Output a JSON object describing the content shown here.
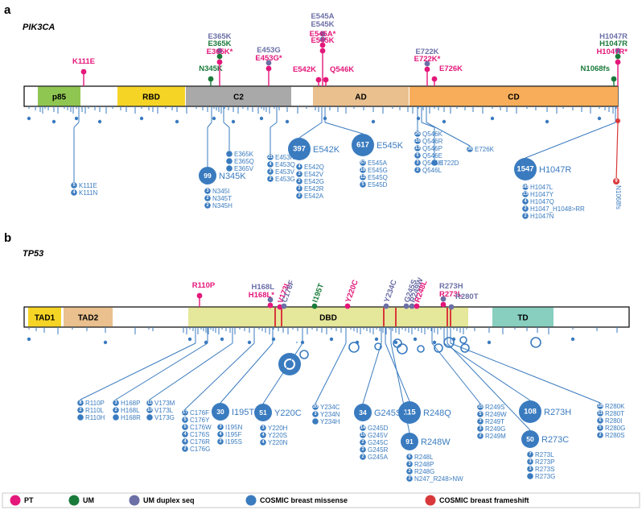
{
  "colors": {
    "pt": "#e4177a",
    "um": "#1a7a3a",
    "umduplex": "#6b6fa6",
    "cosmic": "#3a7bbf",
    "frameshift": "#d9383a"
  },
  "panel_a": {
    "letter": "a",
    "gene": "PIK3CA",
    "domains": [
      {
        "label": "p85",
        "color": "#8fc652"
      },
      {
        "label": "RBD",
        "color": "#f6d426"
      },
      {
        "label": "C2",
        "color": "#a9a9a9"
      },
      {
        "label": "AD",
        "color": "#e9c08e"
      },
      {
        "label": "CD",
        "color": "#f7ad5a"
      }
    ],
    "mutations": [
      {
        "labels": [
          {
            "t": "K111E",
            "c": "pt"
          }
        ]
      },
      {
        "labels": [
          {
            "t": "N345K",
            "c": "um"
          }
        ]
      },
      {
        "labels": [
          {
            "t": "E365K",
            "c": "umduplex"
          },
          {
            "t": "E365K",
            "c": "um"
          },
          {
            "t": "E365K*",
            "c": "pt"
          }
        ]
      },
      {
        "labels": [
          {
            "t": "E453G",
            "c": "umduplex"
          },
          {
            "t": "E453G*",
            "c": "pt"
          }
        ]
      },
      {
        "labels": [
          {
            "t": "E545A",
            "c": "umduplex"
          },
          {
            "t": "E545K",
            "c": "umduplex"
          },
          {
            "t": "E545A*",
            "c": "pt"
          },
          {
            "t": "E545K",
            "c": "pt"
          }
        ]
      },
      {
        "labels": [
          {
            "t": "E542K",
            "c": "pt"
          }
        ]
      },
      {
        "labels": [
          {
            "t": "Q546K",
            "c": "pt"
          }
        ]
      },
      {
        "labels": [
          {
            "t": "E722K",
            "c": "umduplex"
          },
          {
            "t": "E722K*",
            "c": "pt"
          }
        ]
      },
      {
        "labels": [
          {
            "t": "E726K",
            "c": "pt"
          }
        ]
      },
      {
        "labels": [
          {
            "t": "N1068fs",
            "c": "um"
          }
        ]
      },
      {
        "labels": [
          {
            "t": "H1047R",
            "c": "umduplex"
          },
          {
            "t": "H1047R",
            "c": "um"
          },
          {
            "t": "H1047R*",
            "c": "pt"
          }
        ]
      }
    ],
    "cosmic": [
      {
        "entries": [
          {
            "n": "5",
            "t": "K111E"
          },
          {
            "n": "4",
            "t": "K111N"
          }
        ]
      },
      {
        "entries": [
          {
            "n": "99",
            "t": "N345K",
            "big": true
          },
          {
            "n": "3",
            "t": "N345I"
          },
          {
            "n": "2",
            "t": "N345T"
          },
          {
            "n": "2",
            "t": "N345H"
          }
        ]
      },
      {
        "entries": [
          {
            "n": "",
            "t": "E365K"
          },
          {
            "n": "",
            "t": "E365Q"
          },
          {
            "n": "",
            "t": "E365V"
          }
        ]
      },
      {
        "entries": [
          {
            "n": "21",
            "t": "E453K"
          },
          {
            "n": "4",
            "t": "E453Q"
          },
          {
            "n": "2",
            "t": "E453V"
          },
          {
            "n": "2",
            "t": "E453G"
          }
        ]
      },
      {
        "entries": [
          {
            "n": "397",
            "t": "E542K",
            "big": true
          },
          {
            "n": "4",
            "t": "E542Q"
          },
          {
            "n": "2",
            "t": "E542V"
          },
          {
            "n": "2",
            "t": "E542G"
          },
          {
            "n": "2",
            "t": "E542R"
          },
          {
            "n": "2",
            "t": "E542A"
          }
        ]
      },
      {
        "entries": [
          {
            "n": "617",
            "t": "E545K",
            "big": true
          },
          {
            "n": "67",
            "t": "E545A"
          },
          {
            "n": "18",
            "t": "E545G"
          },
          {
            "n": "12",
            "t": "E545Q"
          },
          {
            "n": "5",
            "t": "E545D"
          }
        ]
      },
      {
        "entries": [
          {
            "n": "26",
            "t": "Q546K"
          },
          {
            "n": "16",
            "t": "Q546R"
          },
          {
            "n": "13",
            "t": "Q546P"
          },
          {
            "n": "5",
            "t": "Q546E"
          },
          {
            "n": "3",
            "t": "Q546H"
          },
          {
            "n": "2",
            "t": "Q546L"
          }
        ]
      },
      {
        "entries": [
          {
            "n": "",
            "t": "E722D"
          }
        ]
      },
      {
        "entries": [
          {
            "n": "36",
            "t": "E726K"
          }
        ]
      },
      {
        "entries": [
          {
            "n": "1547",
            "t": "H1047R",
            "big": true
          },
          {
            "n": "185",
            "t": "H1047L"
          },
          {
            "n": "13",
            "t": "H1047Y"
          },
          {
            "n": "4",
            "t": "H1047Q"
          },
          {
            "n": "2",
            "t": "H1047_H1048>RR"
          },
          {
            "n": "2",
            "t": "H1047N"
          }
        ]
      },
      {
        "entries": [
          {
            "n": "9",
            "t": "N1068fs"
          }
        ]
      }
    ]
  },
  "panel_b": {
    "letter": "b",
    "gene": "TP53",
    "domains": [
      {
        "label": "TAD1",
        "color": "#f6d426"
      },
      {
        "label": "TAD2",
        "color": "#e9c08e"
      },
      {
        "label": "DBD",
        "color": "#e5e79a"
      },
      {
        "label": "TD",
        "color": "#88cfc0"
      }
    ],
    "mutations": [
      {
        "labels": [
          {
            "t": "R110P",
            "c": "pt"
          }
        ]
      },
      {
        "labels": [
          {
            "t": "H168L",
            "c": "umduplex"
          },
          {
            "t": "H168L*",
            "c": "pt"
          }
        ]
      },
      {
        "labels": [
          {
            "t": "V173L",
            "c": "pt"
          }
        ]
      },
      {
        "labels": [
          {
            "t": "C176F",
            "c": "umduplex"
          }
        ]
      },
      {
        "labels": [
          {
            "t": "I195T",
            "c": "um"
          }
        ]
      },
      {
        "labels": [
          {
            "t": "Y220C",
            "c": "pt"
          }
        ]
      },
      {
        "labels": [
          {
            "t": "Y234C",
            "c": "umduplex"
          }
        ]
      },
      {
        "labels": [
          {
            "t": "G245S",
            "c": "umduplex"
          }
        ]
      },
      {
        "labels": [
          {
            "t": "R249W",
            "c": "umduplex"
          }
        ]
      },
      {
        "labels": [
          {
            "t": "R248L",
            "c": "pt"
          }
        ]
      },
      {
        "labels": [
          {
            "t": "R273H",
            "c": "umduplex"
          },
          {
            "t": "R273L",
            "c": "pt"
          }
        ]
      },
      {
        "labels": [
          {
            "t": "R280T",
            "c": "umduplex"
          }
        ]
      }
    ],
    "cosmic": [
      {
        "entries": [
          {
            "n": "8",
            "t": "R110P"
          },
          {
            "n": "2",
            "t": "R110L"
          },
          {
            "n": "",
            "t": "R110H"
          }
        ]
      },
      {
        "entries": [
          {
            "n": "3",
            "t": "H168P"
          },
          {
            "n": "2",
            "t": "H168L"
          },
          {
            "n": "",
            "t": "H168R"
          }
        ]
      },
      {
        "entries": [
          {
            "n": "11",
            "t": "V173M"
          },
          {
            "n": "10",
            "t": "V173L"
          },
          {
            "n": "",
            "t": "V173G"
          }
        ]
      },
      {
        "entries": [
          {
            "n": "17",
            "t": "C176F"
          },
          {
            "n": "5",
            "t": "C176Y"
          },
          {
            "n": "5",
            "t": "C176W"
          },
          {
            "n": "4",
            "t": "C176S"
          },
          {
            "n": "4",
            "t": "C176R"
          },
          {
            "n": "2",
            "t": "C176G"
          }
        ]
      },
      {
        "entries": [
          {
            "n": "30",
            "t": "I195T",
            "big": true
          },
          {
            "n": "3",
            "t": "I195N"
          },
          {
            "n": "4",
            "t": "I195F"
          },
          {
            "n": "2",
            "t": "I195S"
          }
        ]
      },
      {
        "entries": [
          {
            "n": "51",
            "t": "Y220C",
            "big": true
          },
          {
            "n": "3",
            "t": "Y220H"
          },
          {
            "n": "4",
            "t": "Y220S"
          },
          {
            "n": "4",
            "t": "Y220N"
          }
        ]
      },
      {
        "entries": [
          {
            "n": "20",
            "t": "Y234C"
          },
          {
            "n": "3",
            "t": "Y234N"
          },
          {
            "n": "",
            "t": "Y234H"
          }
        ]
      },
      {
        "entries": [
          {
            "n": "34",
            "t": "G245S",
            "big": true
          },
          {
            "n": "14",
            "t": "G245D"
          },
          {
            "n": "10",
            "t": "G245V"
          },
          {
            "n": "2",
            "t": "G245C"
          },
          {
            "n": "2",
            "t": "G245R"
          },
          {
            "n": "2",
            "t": "G245A"
          }
        ]
      },
      {
        "entries": [
          {
            "n": "115",
            "t": "R248Q",
            "big": true
          }
        ]
      },
      {
        "entries": [
          {
            "n": "91",
            "t": "R248W",
            "big": true
          },
          {
            "n": "6",
            "t": "R248L"
          },
          {
            "n": "3",
            "t": "R248P"
          },
          {
            "n": "2",
            "t": "R248G"
          },
          {
            "n": "2",
            "t": "N247_R248>NW"
          }
        ]
      },
      {
        "entries": [
          {
            "n": "15",
            "t": "R249S"
          },
          {
            "n": "5",
            "t": "R249W"
          },
          {
            "n": "3",
            "t": "R249T"
          },
          {
            "n": "3",
            "t": "R249G"
          },
          {
            "n": "2",
            "t": "R249M"
          }
        ]
      },
      {
        "entries": [
          {
            "n": "108",
            "t": "R273H",
            "big": true
          }
        ]
      },
      {
        "entries": [
          {
            "n": "50",
            "t": "R273C",
            "big": true
          },
          {
            "n": "7",
            "t": "R273L"
          },
          {
            "n": "3",
            "t": "R273P"
          },
          {
            "n": "3",
            "t": "R273S"
          },
          {
            "n": "",
            "t": "R273G"
          }
        ]
      },
      {
        "entries": [
          {
            "n": "18",
            "t": "R280K"
          },
          {
            "n": "11",
            "t": "R280T"
          },
          {
            "n": "6",
            "t": "R280I"
          },
          {
            "n": "5",
            "t": "R280G"
          },
          {
            "n": "2",
            "t": "R280S"
          }
        ]
      }
    ]
  },
  "legend": [
    {
      "label": "PT",
      "c": "pt"
    },
    {
      "label": "UM",
      "c": "um"
    },
    {
      "label": "UM duplex seq",
      "c": "umduplex"
    },
    {
      "label": "COSMIC breast missense",
      "c": "cosmic"
    },
    {
      "label": "COSMIC breast frameshift",
      "c": "frameshift"
    }
  ]
}
